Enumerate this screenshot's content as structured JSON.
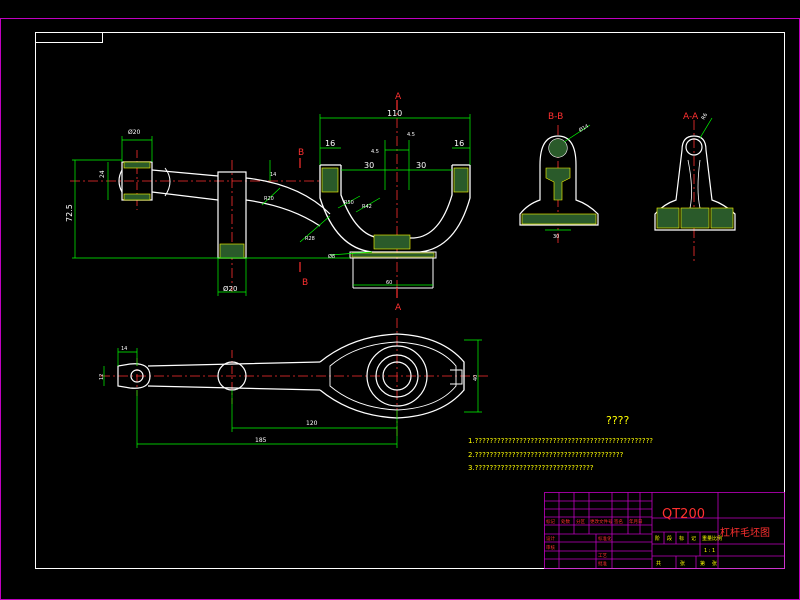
{
  "colors": {
    "background": "#000000",
    "frame": "#ffffff",
    "border": "#c000c0",
    "outline": "#ffffff",
    "dimension": "#00ff00",
    "centerline": "#ff3030",
    "section": "#ff3030",
    "hatch": "#ffff00",
    "text_yellow": "#ffff00",
    "title_red": "#ff3030"
  },
  "section_labels": {
    "a_top": "A",
    "a_bottom": "A",
    "b_top": "B",
    "b_bottom": "B",
    "view_bb": "B-B",
    "view_aa": "A-A"
  },
  "front_view_dims": {
    "overall_width": "110",
    "left_flange": "16",
    "right_flange": "16",
    "left_offset": "30",
    "right_offset": "30",
    "height_total": "72.5",
    "left_height": "24",
    "boss_dia_top": "Ø20",
    "boss_dia_bottom": "Ø20",
    "bore": "Ø8",
    "inner_radius": "R42",
    "outer_radius": "R50",
    "arm_radius": "R20",
    "fork_bottom": "R28",
    "base_width": "60",
    "small_1": "4.5",
    "small_2": "4.5",
    "small_3": "14"
  },
  "top_view_dims": {
    "left_small": "14",
    "left_height": "12",
    "mid_length": "120",
    "total_length": "185",
    "right_height": "40"
  },
  "section_dims": {
    "bb_dia": "Ø14",
    "bb_base": "30",
    "aa_radius": "R6"
  },
  "notes": {
    "heading": "????",
    "line1": "1.????????????????????????????????????????????????",
    "line2": "2.????????????????????????????????????????",
    "line3": "3.????????????????????????????????"
  },
  "title_block": {
    "material": "QT200",
    "drawing_name": "杠杆毛坯图",
    "scale_label": "1 : 1",
    "row_labels": [
      "标记",
      "处数",
      "分区",
      "更改文件号",
      "签名",
      "年月日"
    ],
    "design": "设计",
    "check": "审核",
    "process": "工艺",
    "standard": "标准化",
    "approve": "批准",
    "stage_marks": [
      "阶",
      "段",
      "标",
      "记",
      "重量",
      "比例"
    ],
    "sheet_info": [
      "共",
      "张",
      "第",
      "张"
    ]
  }
}
